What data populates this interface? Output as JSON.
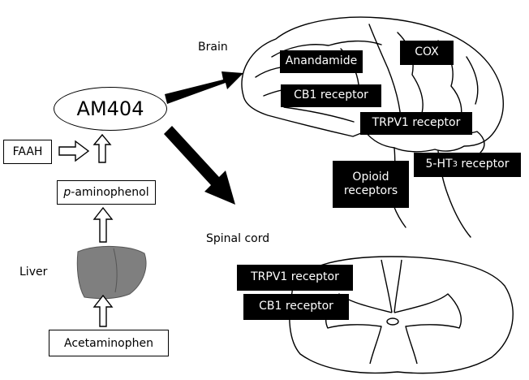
{
  "center": {
    "label": "AM404"
  },
  "regions": {
    "brain": "Brain",
    "spinal_cord": "Spinal cord",
    "liver": "Liver"
  },
  "pathway": {
    "enzyme": "FAAH",
    "metabolite_italic": "p",
    "metabolite_rest": "-aminophenol",
    "drug": "Acetaminophen"
  },
  "brain_targets": {
    "anandamide": "Anandamide",
    "cox": "COX",
    "cb1": "CB1 receptor",
    "trpv1": "TRPV1 receptor",
    "ht3_prefix": "5-HT",
    "ht3_sub": "3",
    "ht3_suffix": " receptor",
    "opioid_line1": "Opioid",
    "opioid_line2": "receptors"
  },
  "spinal_targets": {
    "trpv1": "TRPV1 receptor",
    "cb1": "CB1 receptor"
  },
  "icons": [
    "brain-icon",
    "spinal-cord-icon",
    "liver-icon",
    "arrow-icon"
  ],
  "colors": {
    "label_bg": "#000000",
    "label_text": "#ffffff",
    "liver_fill": "#7f7f7f",
    "line": "#000000"
  }
}
